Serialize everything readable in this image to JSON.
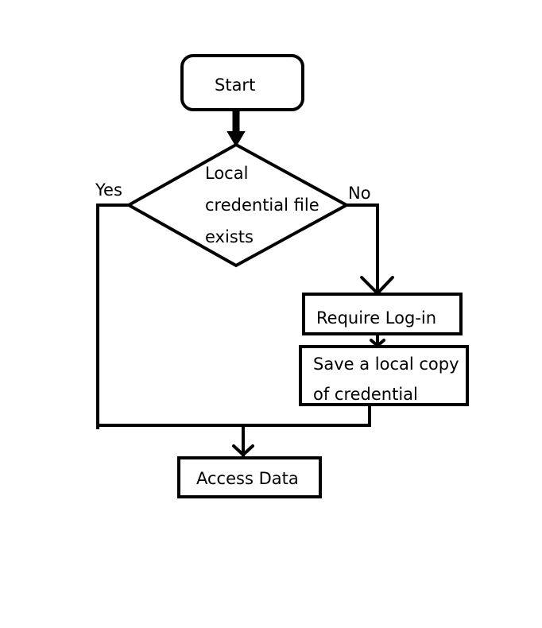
{
  "nodes": {
    "start": "Start",
    "decision": [
      "Local",
      "credential file",
      "exists"
    ],
    "require_login": "Require Log-in",
    "save_copy": [
      "Save a local copy",
      "of credential"
    ],
    "access_data": "Access Data"
  },
  "edges": {
    "yes_label": "Yes",
    "no_label": "No"
  },
  "colors": {
    "stroke": "#000000",
    "background": "#ffffff"
  }
}
